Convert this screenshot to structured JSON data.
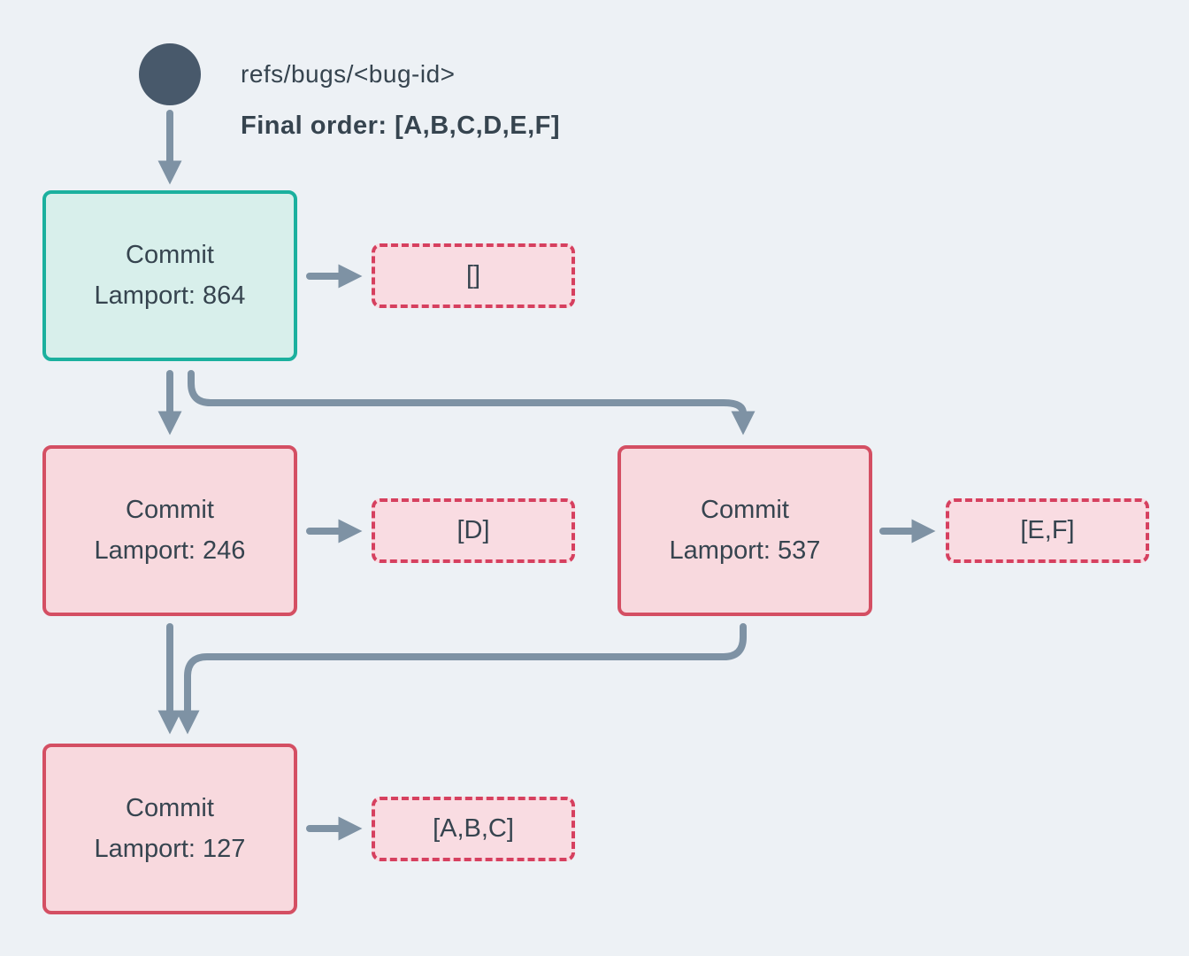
{
  "diagram": {
    "ref_node": {
      "label": "refs/bugs/<bug-id>",
      "final_order": "Final order: [A,B,C,D,E,F]"
    },
    "commits": [
      {
        "id": "commit-864",
        "title": "Commit",
        "lamport": "Lamport: 864",
        "state": "head",
        "bag": "[]"
      },
      {
        "id": "commit-246",
        "title": "Commit",
        "lamport": "Lamport: 246",
        "state": "normal",
        "bag": "[D]"
      },
      {
        "id": "commit-537",
        "title": "Commit",
        "lamport": "Lamport: 537",
        "state": "normal",
        "bag": "[E,F]"
      },
      {
        "id": "commit-127",
        "title": "Commit",
        "lamport": "Lamport: 127",
        "state": "normal",
        "bag": "[A,B,C]"
      }
    ],
    "edges": [
      {
        "from": "ref",
        "to": "commit-864"
      },
      {
        "from": "commit-864",
        "to": "bag-empty"
      },
      {
        "from": "commit-864",
        "to": "commit-246"
      },
      {
        "from": "commit-864",
        "to": "commit-537"
      },
      {
        "from": "commit-246",
        "to": "bag-d"
      },
      {
        "from": "commit-537",
        "to": "bag-ef"
      },
      {
        "from": "commit-246",
        "to": "commit-127"
      },
      {
        "from": "commit-537",
        "to": "commit-127"
      },
      {
        "from": "commit-127",
        "to": "bag-abc"
      }
    ],
    "colors": {
      "background": "#edf1f5",
      "ref_circle": "#48596b",
      "text": "#36444f",
      "arrow": "#7e92a4",
      "head_border": "#1bb09e",
      "head_fill": "#d8efeb",
      "commit_border": "#d44f63",
      "commit_fill": "#f8d9de",
      "bag_border": "#d6405f",
      "bag_fill": "#f9dce2"
    }
  }
}
